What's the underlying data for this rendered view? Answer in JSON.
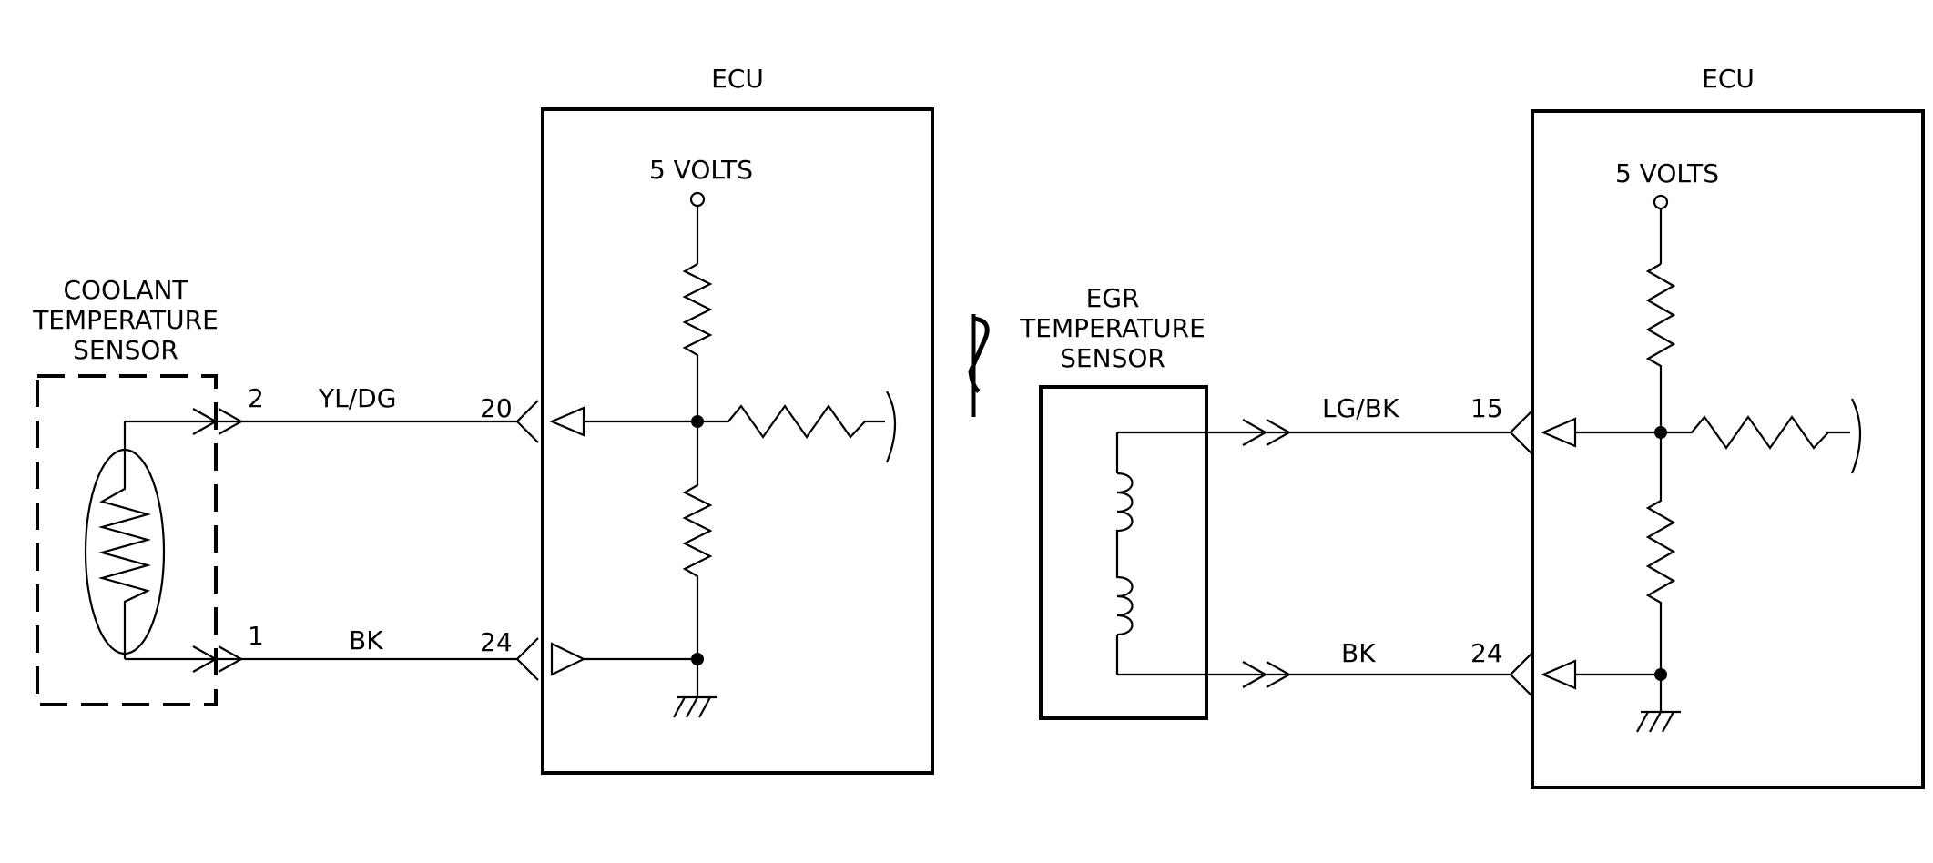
{
  "left_circuit": {
    "sensor_title": [
      "COOLANT",
      "TEMPERATURE",
      "SENSOR"
    ],
    "ecu_label": "ECU",
    "supply_label": "5 VOLTS",
    "top_wire": {
      "sensor_pin": "2",
      "color": "YL/DG",
      "ecu_pin": "20"
    },
    "bottom_wire": {
      "sensor_pin": "1",
      "color": "BK",
      "ecu_pin": "24"
    }
  },
  "right_circuit": {
    "sensor_title": [
      "EGR",
      "TEMPERATURE",
      "SENSOR"
    ],
    "ecu_label": "ECU",
    "supply_label": "5 VOLTS",
    "top_wire": {
      "color": "LG/BK",
      "ecu_pin": "15"
    },
    "bottom_wire": {
      "color": "BK",
      "ecu_pin": "24"
    }
  }
}
